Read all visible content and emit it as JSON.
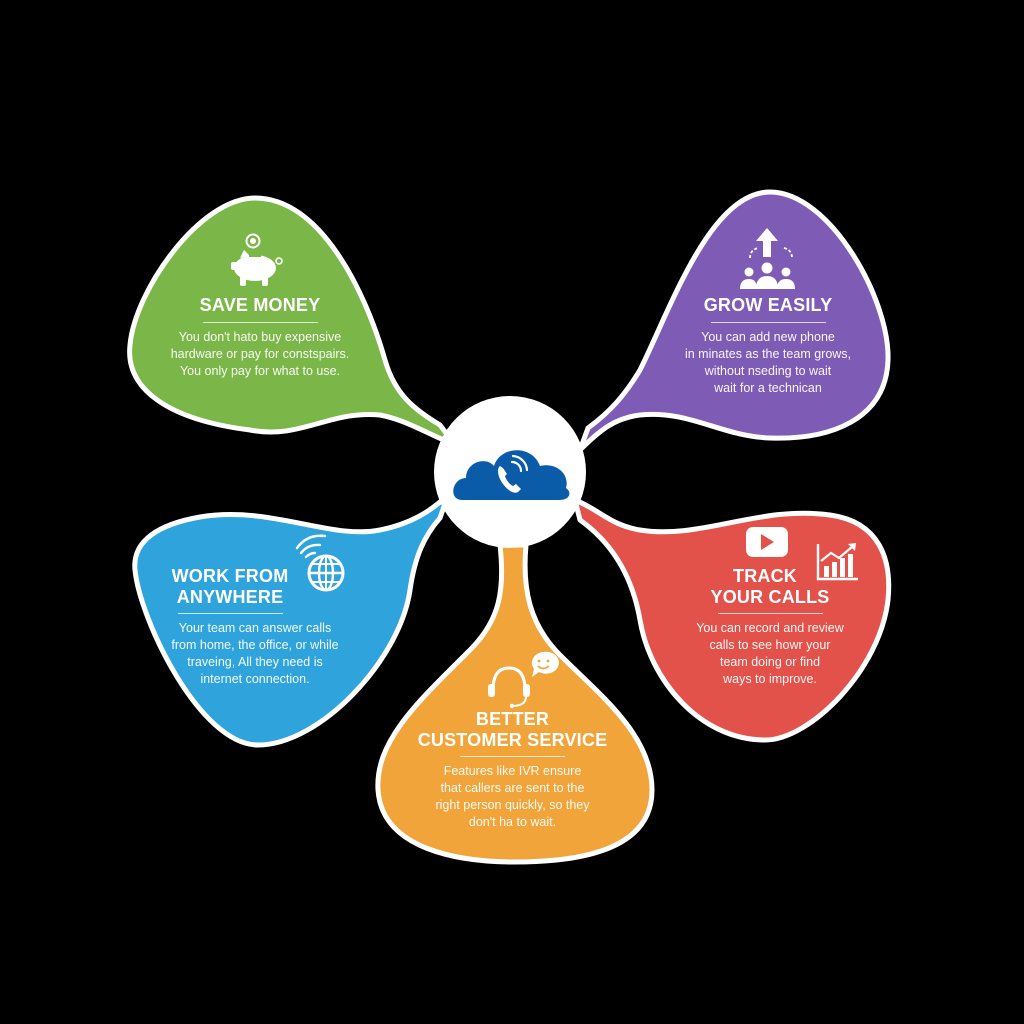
{
  "diagram": {
    "background": "#000000",
    "center": {
      "icon": "cloud-phone-icon",
      "cloud_color": "#0a5ca8",
      "circle_color": "#ffffff"
    },
    "petals": [
      {
        "id": "save-money",
        "title": "SAVE MONEY",
        "title_lines": [
          "SAVE MONEY"
        ],
        "description_lines": [
          "You don't hato buy expensive",
          "hardware or pay for constspairs.",
          "You only pay for what to use."
        ],
        "icon": "piggy-bank-icon",
        "color": "#7ab648",
        "position": "top-left"
      },
      {
        "id": "grow-easily",
        "title": "GROW EASILY",
        "title_lines": [
          "GROW EASILY"
        ],
        "description_lines": [
          "You can add new phone",
          "in minates as the team grows,",
          "without nseding to wait",
          "wait for a technican"
        ],
        "icon": "team-growth-icon",
        "color": "#7e5bb5",
        "position": "top-right"
      },
      {
        "id": "work-from-anywhere",
        "title": "WORK FROM ANYWHERE",
        "title_lines": [
          "WORK FROM",
          "ANYWHERE"
        ],
        "description_lines": [
          "Your team can answer calls",
          "from home, the office, or while",
          "traveing, All they need is",
          "internet connection."
        ],
        "icon": "wifi-globe-icon",
        "color": "#2fa3dc",
        "position": "bottom-left"
      },
      {
        "id": "track-your-calls",
        "title": "TRACK YOUR CALLS",
        "title_lines": [
          "TRACK",
          "YOUR CALLS"
        ],
        "description_lines": [
          "You can record and review",
          "calls to see howr your",
          "team doing or find",
          "ways to improve."
        ],
        "icon": "play-chart-icon",
        "color": "#e2524b",
        "position": "bottom-right"
      },
      {
        "id": "better-customer-service",
        "title": "BETTER CUSTOMER SERVICE",
        "title_lines": [
          "BETTER",
          "CUSTOMER SERVICE"
        ],
        "description_lines": [
          "Features like IVR ensure",
          "that callers are sent to the",
          "right person quickly, so they",
          "don't ha to wait."
        ],
        "icon": "headset-chat-icon",
        "color": "#f0a43a",
        "position": "bottom-center"
      }
    ]
  }
}
